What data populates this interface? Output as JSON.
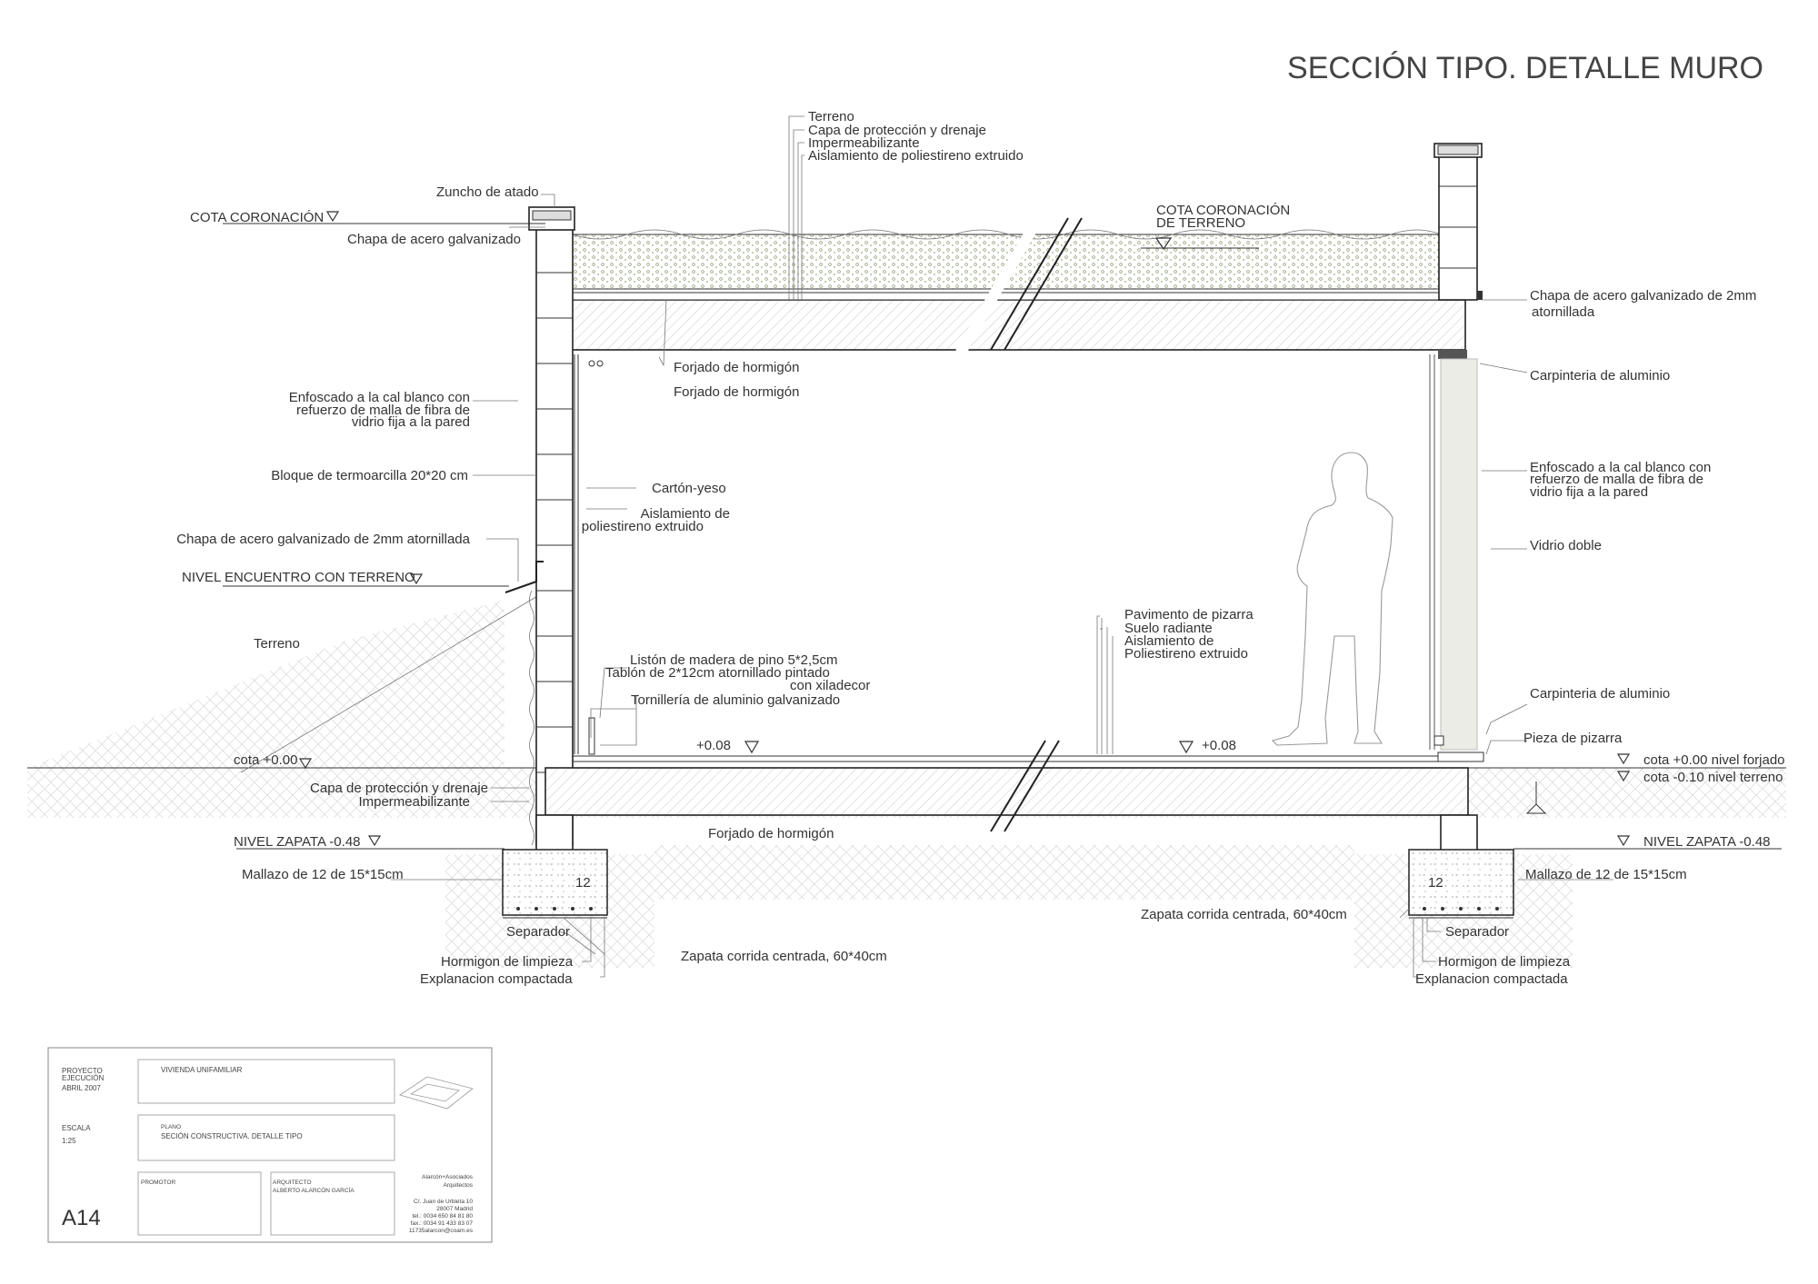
{
  "title": "SECCIÓN TIPO. DETALLE MURO",
  "labels": {
    "terreno_top": "Terreno",
    "capa_top": "Capa de protección y drenaje",
    "imper_top": "Impermeabilizante",
    "aisl_top": "Aislamiento de poliestireno extruido",
    "zuncho": "Zuncho de atado",
    "cota_coronacion": "COTA CORONACIÓN",
    "chapa_left": "Chapa de acero galvanizado",
    "cota_coronacion_terreno_1": "COTA CORONACIÓN",
    "cota_coronacion_terreno_2": "DE TERRENO",
    "chapa_right_1": "Chapa de acero galvanizado de 2mm",
    "chapa_right_2": "atornillada",
    "forjado_1": "Forjado de hormigón",
    "forjado_2": "Forjado de hormigón",
    "carpinteria_top": "Carpinteria de aluminio",
    "enfoscado_left_1": "Enfoscado a la cal blanco con",
    "enfoscado_left_2": "refuerzo de malla de fibra de",
    "enfoscado_left_3": "vidrio fija a la pared",
    "bloque": "Bloque de termoarcilla 20*20 cm",
    "carton": "Cartón-yeso",
    "aisl_left_1": "Aislamiento de",
    "aisl_left_2": "poliestireno extruido",
    "enfoscado_right_1": "Enfoscado a la cal blanco con",
    "enfoscado_right_2": "refuerzo de malla de fibra de",
    "enfoscado_right_3": "vidrio fija a la pared",
    "chapa_mid": "Chapa de acero galvanizado de 2mm atornillada",
    "vidrio": "Vidrio doble",
    "nivel_encuentro": "NIVEL ENCUENTRO CON TERRENO",
    "pavimento": "Pavimento de pizarra",
    "suelo": "Suelo radiante",
    "aisl_floor_1": "Aislamiento de",
    "aisl_floor_2": "Poliestireno extruido",
    "terreno_left": "Terreno",
    "liston": "Listón de madera de pino 5*2,5cm",
    "tablon": "Tablón de 2*12cm atornillado pintado",
    "xiladecor": "con xiladecor",
    "tornilleria": "Tornillería de aluminio galvanizado",
    "carpinteria_bottom": "Carpinteria de aluminio",
    "pieza": "Pieza de pizarra",
    "plus008_left": "+0.08",
    "plus008_right": "+0.08",
    "cota000": "cota +0.00",
    "cota000_forjado": "cota +0.00 nivel forjado",
    "cota010": "cota -0.10 nivel terreno",
    "capa_bottom": "Capa de protección y drenaje",
    "imper_bottom": "Impermeabilizante",
    "nivel_zapata_left": "NIVEL ZAPATA  -0.48",
    "nivel_zapata_right": "NIVEL ZAPATA    -0.48",
    "forjado_bottom": "Forjado de hormigón",
    "mallazo_left": "Mallazo de  12 de 15*15cm",
    "mallazo_right": "Mallazo de  12 de 15*15cm",
    "footing_num_left": "12",
    "footing_num_right": "12",
    "zapata_right": "Zapata corrida centrada, 60*40cm",
    "zapata_left": "Zapata corrida centrada, 60*40cm",
    "separador_left": "Separador",
    "separador_right": "Separador",
    "hormigon_left": "Hormigon de limpieza",
    "hormigon_right": "Hormigon de limpieza",
    "explanacion_left": "Explanacion compactada",
    "explanacion_right": "Explanacion compactada"
  },
  "title_block": {
    "proyecto_1": "PROYECTO",
    "proyecto_2": "EJECUCIÓN",
    "date": "ABRIL 2007",
    "project_name": "VIVIENDA UNIFAMILIAR",
    "escala_label": "ESCALA",
    "escala": "1:25",
    "plano_label": "PLANO",
    "plano": "SECIÓN CONSTRUCTIVA. DETALLE TIPO",
    "promotor_label": "PROMOTOR",
    "arquitecto_label": "ARQUITECTO",
    "arquitecto": "ALBERTO ALARCÓN GARCÍA",
    "firm_1": "Alarcón+Asociados",
    "firm_2": "Arquitectos",
    "addr_1": "C/. Juan de Urbieta 10",
    "addr_2": "28007 Madrid",
    "addr_3": "tel.: 0034 650 84 81 80",
    "addr_4": "fax.: 0034 91 433 83 07",
    "addr_5": "11735alarcon@coam.es",
    "sheet": "A14"
  }
}
